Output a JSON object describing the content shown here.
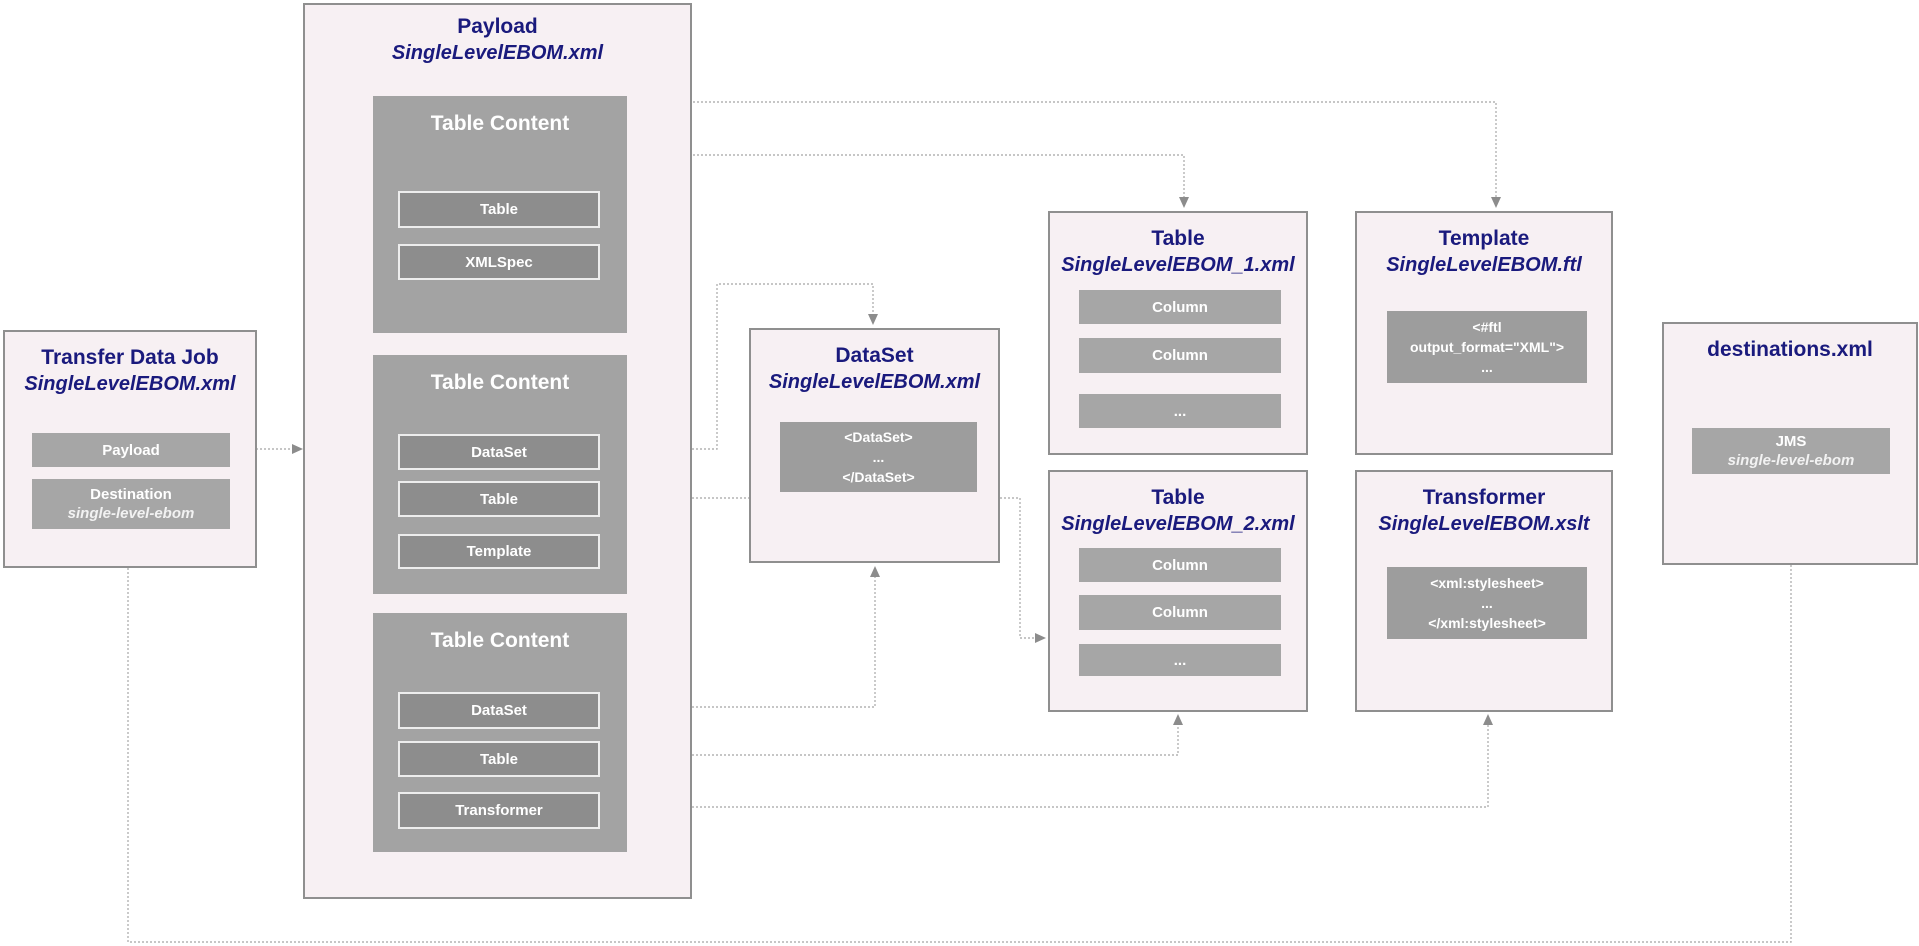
{
  "transfer_job": {
    "title": "Transfer Data Job",
    "subtitle": "SingleLevelEBOM.xml",
    "payload_label": "Payload",
    "destination_label": "Destination",
    "destination_value": "single-level-ebom"
  },
  "payload": {
    "title": "Payload",
    "subtitle": "SingleLevelEBOM.xml",
    "tc1": {
      "title": "Table Content",
      "item1": "Table",
      "item2": "XMLSpec"
    },
    "tc2": {
      "title": "Table Content",
      "item1": "DataSet",
      "item2": "Table",
      "item3": "Template"
    },
    "tc3": {
      "title": "Table Content",
      "item1": "DataSet",
      "item2": "Table",
      "item3": "Transformer"
    }
  },
  "dataset": {
    "title": "DataSet",
    "subtitle": "SingleLevelEBOM.xml",
    "code1": "<DataSet>",
    "code2": "...",
    "code3": "</DataSet>"
  },
  "table1": {
    "title": "Table",
    "subtitle": "SingleLevelEBOM_1.xml",
    "col1": "Column",
    "col2": "Column",
    "col3": "..."
  },
  "template": {
    "title": "Template",
    "subtitle": "SingleLevelEBOM.ftl",
    "code1": "<#ftl",
    "code2": "output_format=\"XML\">",
    "code3": "..."
  },
  "table2": {
    "title": "Table",
    "subtitle": "SingleLevelEBOM_2.xml",
    "col1": "Column",
    "col2": "Column",
    "col3": "..."
  },
  "transformer": {
    "title": "Transformer",
    "subtitle": "SingleLevelEBOM.xslt",
    "code1": "<xml:stylesheet>",
    "code2": "...",
    "code3": "</xml:stylesheet>"
  },
  "destinations": {
    "title": "destinations.xml",
    "jms_label": "JMS",
    "jms_value": "single-level-ebom"
  },
  "colors": {
    "title_navy": "#1a1a7d",
    "frame_fill": "#f7f0f3",
    "frame_border": "#8f8f8f",
    "container_gray": "#a3a3a3",
    "item_gray": "#8d8d8d",
    "standalone_gray": "#a6a6a6",
    "connector": "#b4b4b4",
    "arrowhead": "#8c8c8c"
  }
}
